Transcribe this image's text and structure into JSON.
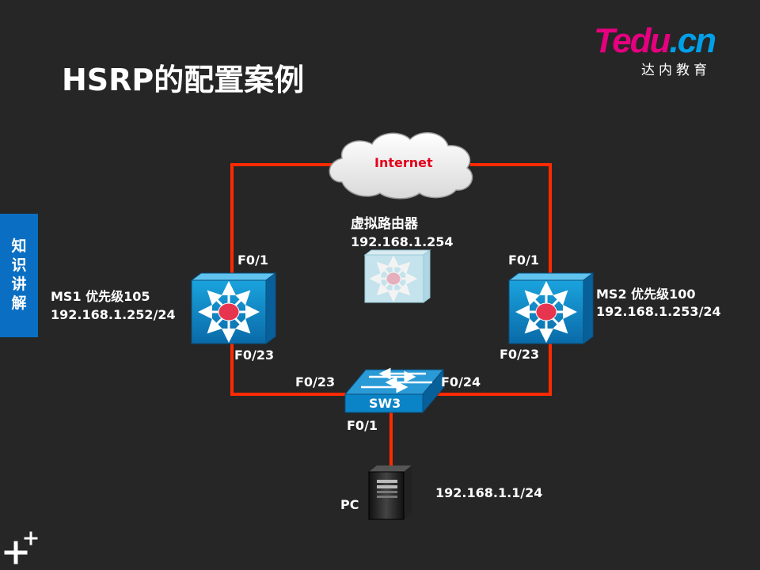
{
  "slide": {
    "title": "HSRP的配置案例",
    "side_tab": [
      "知",
      "识",
      "讲",
      "解"
    ]
  },
  "logo": {
    "brand_part1": "Tedu",
    "brand_part2": ".cn",
    "subtitle": "达内教育"
  },
  "diagram": {
    "internet_label": "Internet",
    "virtual_router": {
      "name": "虚拟路由器",
      "ip": "192.168.1.254"
    },
    "ms1": {
      "name": "MS1  优先级105",
      "ip": "192.168.1.252/24",
      "port_up": "F0/1",
      "port_down": "F0/23"
    },
    "ms2": {
      "name": "MS2  优先级100",
      "ip": "192.168.1.253/24",
      "port_up": "F0/1",
      "port_down": "F0/23"
    },
    "sw3": {
      "name": "SW3",
      "port_left": "F0/23",
      "port_right": "F0/24",
      "port_down": "F0/1"
    },
    "pc": {
      "name": "PC",
      "ip": "192.168.1.1/24"
    }
  },
  "colors": {
    "background": "#262626",
    "link": "#ff2a00",
    "internet_text": "#e2001a",
    "switch_blue": "#0a84c6",
    "side_tab": "#0a6fc2"
  }
}
